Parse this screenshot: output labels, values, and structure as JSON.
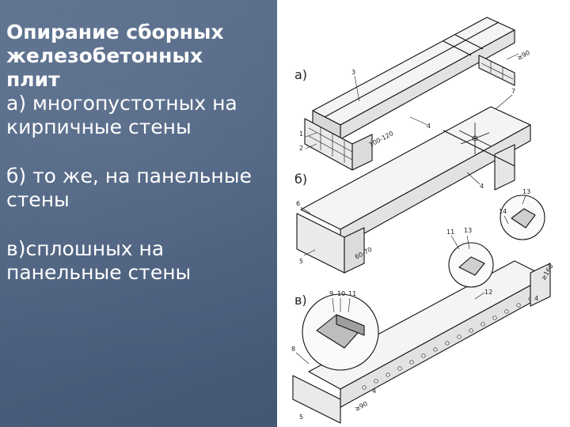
{
  "slide": {
    "title": "Опирание сборных\nжелезобетонных\nплит",
    "items": [
      "а) многопустотных на\nкирпичные стены",
      "б) то же, на панельные\nстены",
      "в)сплошных на\nпанельные стены"
    ]
  },
  "figure": {
    "labels": {
      "a": "а)",
      "b": "б)",
      "c": "в)"
    },
    "numbers": [
      "3",
      "7",
      "4",
      "1",
      "2",
      "100-120",
      "≥90",
      "4",
      "6",
      "5",
      "13",
      "14",
      "11",
      "13",
      "12",
      "4",
      "9",
      "10",
      "11",
      "8",
      "5",
      "4",
      "≥160",
      "≥90",
      "60-70"
    ]
  },
  "colors": {
    "background": "#4a5f7d",
    "text": "#ffffff",
    "figure_bg": "#ffffff"
  }
}
